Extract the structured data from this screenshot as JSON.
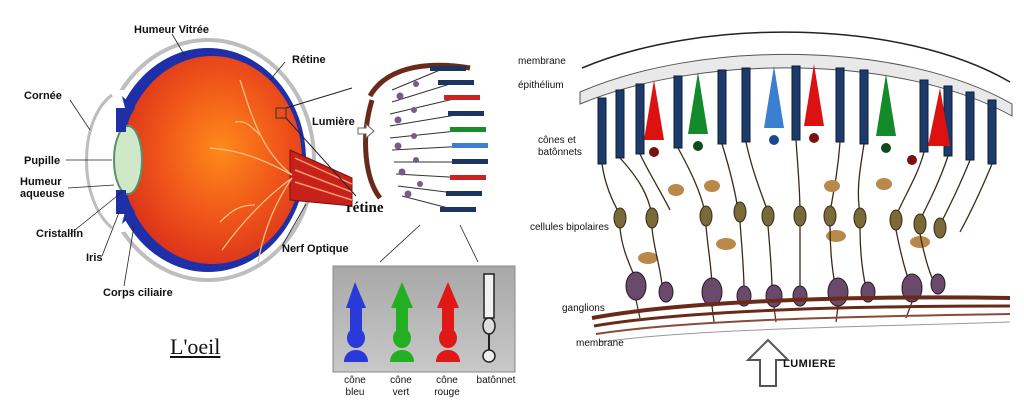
{
  "eye": {
    "title": "L'oeil",
    "labels": {
      "humeur_vitree": "Humeur Vitrée",
      "retine": "Rétine",
      "cornee": "Cornée",
      "pupille": "Pupille",
      "humeur_aqueuse_1": "Humeur",
      "humeur_aqueuse_2": "aqueuse",
      "cristallin": "Cristallin",
      "iris": "Iris",
      "corps_ciliaire": "Corps ciliaire",
      "nerf_optique": "Nerf Optique",
      "lumiere": "Lumière",
      "retine_small": "rétine"
    }
  },
  "photoreceptors": {
    "items": [
      {
        "line1": "cône",
        "line2": "bleu",
        "color": "#2233cc"
      },
      {
        "line1": "cône",
        "line2": "vert",
        "color": "#1aa31a"
      },
      {
        "line1": "cône",
        "line2": "rouge",
        "color": "#dd1111"
      },
      {
        "line1": "batônnet",
        "line2": "",
        "color": "#cccccc"
      }
    ]
  },
  "retina_section": {
    "labels": {
      "membrane_top": "membrane",
      "epithelium": "épithélium",
      "cones_1": "cônes et",
      "cones_2": "batônnets",
      "bipolaires": "cellules bipolaires",
      "ganglions": "ganglions",
      "membrane_bottom": "membrane",
      "lumiere": "LUMIERE"
    }
  },
  "colors": {
    "eye_body": "#e8401a",
    "vessel_blue": "#1a2fa0",
    "cone_red": "#dd1111",
    "cone_green": "#148a2a",
    "cone_blue": "#3a7fd0",
    "rod": "#1c3560",
    "neuron": "#6b5a3a"
  }
}
